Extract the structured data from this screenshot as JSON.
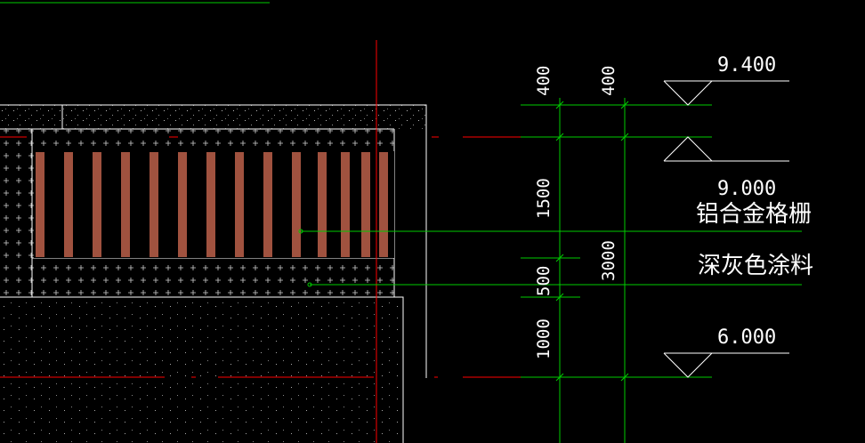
{
  "drawing": {
    "annotations": {
      "grille": "铝合金格栅",
      "paint": "深灰色涂料"
    },
    "elevations": {
      "top": "9.400",
      "upper": "9.000",
      "lower": "6.000"
    },
    "dimensions": {
      "d400_a": "400",
      "d400_b": "400",
      "d1500": "1500",
      "d500": "500",
      "d1000": "1000",
      "d3000": "3000"
    },
    "colors": {
      "background": "#000000",
      "leader": "#00cc00",
      "axis": "#ff0000",
      "outline": "#ffffff",
      "louver": "#a0523f"
    }
  }
}
